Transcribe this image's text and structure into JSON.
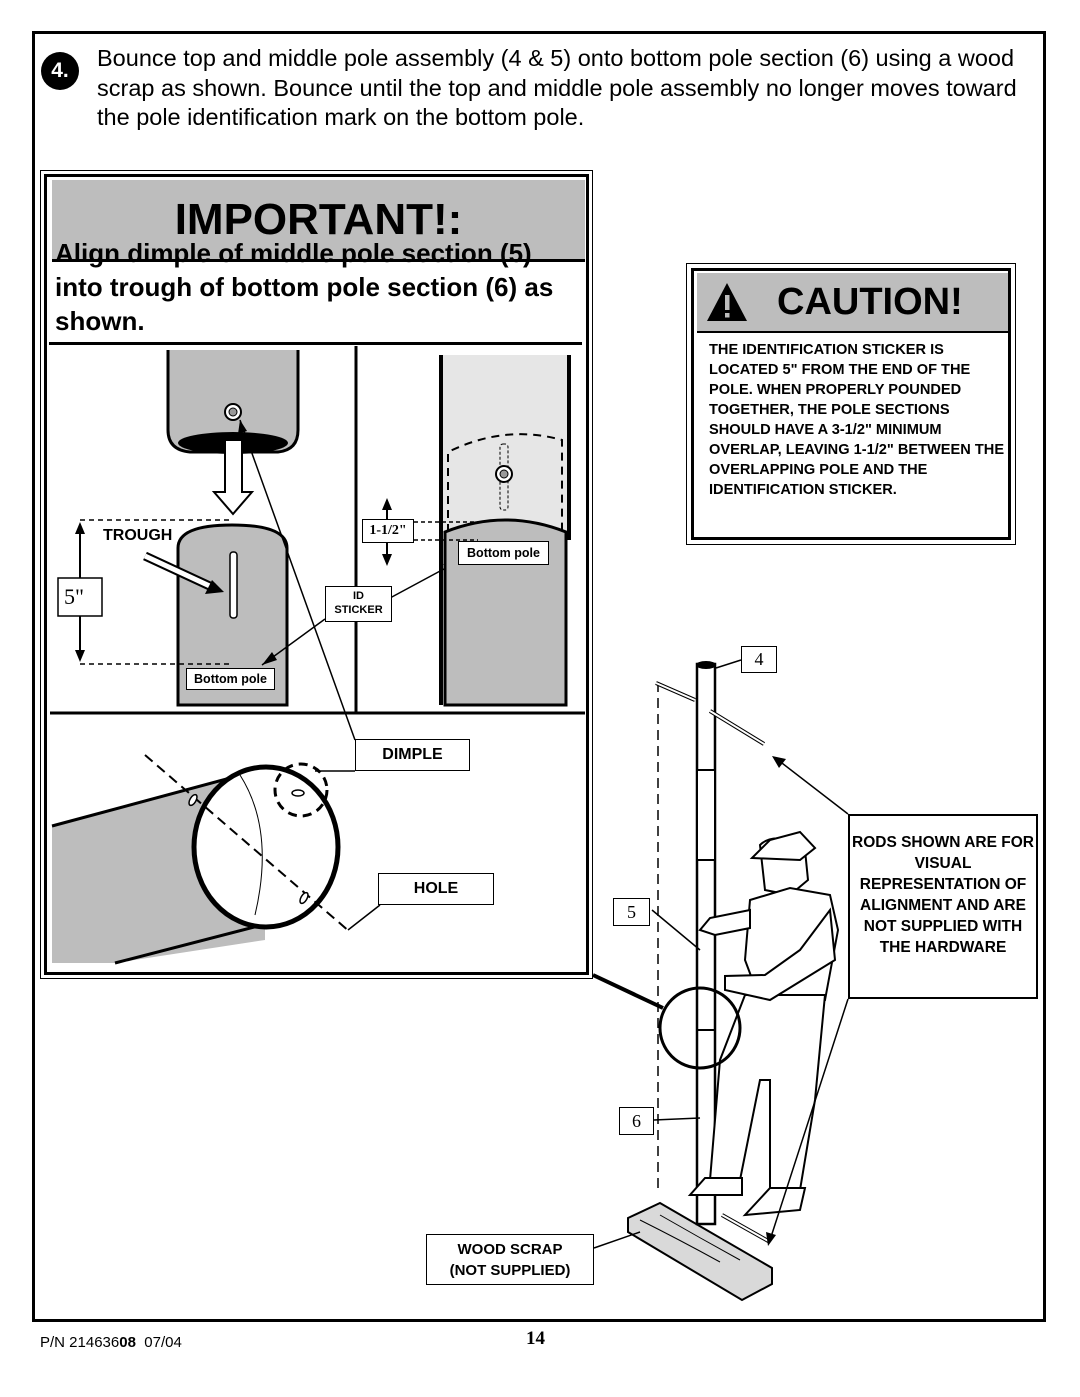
{
  "step": {
    "number": "4.",
    "text": "Bounce top and middle pole assembly (4 & 5)  onto bottom pole section (6) using a wood scrap as shown. Bounce until the top and middle pole assembly no longer moves toward the pole identification mark on the bottom pole."
  },
  "important": {
    "title": "IMPORTANT!:",
    "text": "Align dimple of middle pole section (5) into trough of bottom pole section (6) as shown."
  },
  "caution": {
    "title": "CAUTION!",
    "text": "THE IDENTIFICATION STICKER IS LOCATED 5\" FROM THE END OF THE POLE. WHEN PROPERLY POUNDED TOGETHER, THE POLE SECTIONS SHOULD HAVE A 3-1/2\" MINIMUM OVERLAP, LEAVING 1-1/2\" BETWEEN THE OVERLAPPING POLE AND THE IDENTIFICATION STICKER."
  },
  "diagram_labels": {
    "trough": "TROUGH",
    "five_inch": "5\"",
    "bottom_pole_left": "Bottom pole",
    "bottom_pole_right": "Bottom pole",
    "one_half_inch": "1-1/2\"",
    "id_sticker_line1": "ID",
    "id_sticker_line2": "STICKER",
    "dimple": "DIMPLE",
    "hole": "HOLE",
    "wood_scrap_line1": "WOOD SCRAP",
    "wood_scrap_line2": "(NOT SUPPLIED)",
    "rods_note": "RODS SHOWN ARE FOR VISUAL REPRESENTATION OF ALIGNMENT AND ARE NOT SUPPLIED WITH THE HARDWARE"
  },
  "pole_numbers": {
    "top": "4",
    "middle": "5",
    "bottom": "6"
  },
  "footer": {
    "pn_prefix": "P/N 214636",
    "pn_bold": "08",
    "date": "07/04",
    "page": "14"
  }
}
